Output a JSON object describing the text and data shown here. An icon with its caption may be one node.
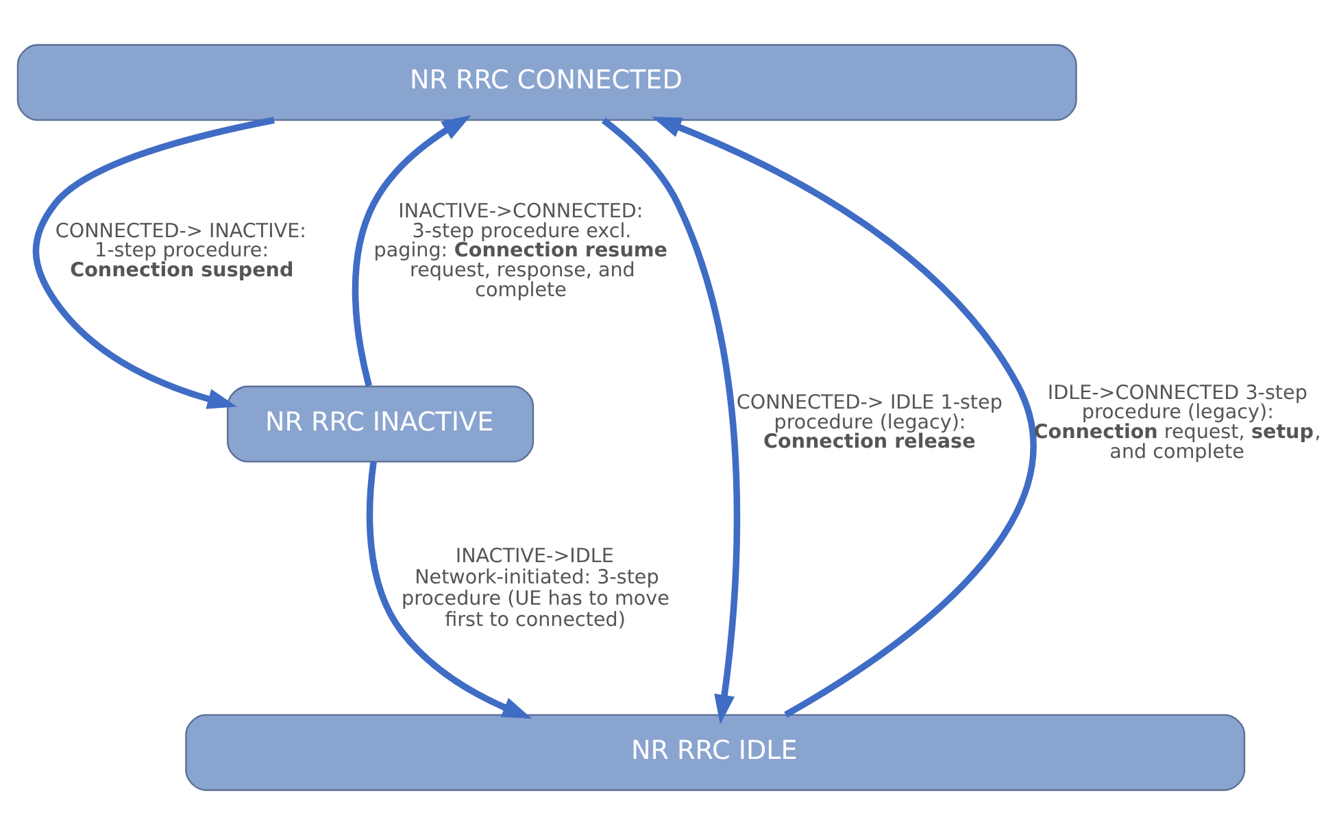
{
  "diagram": {
    "nodes": [
      {
        "text": [
          "NR RRC CONNECTED"
        ]
      },
      {
        "text": [
          "NR RRC INACTIVE"
        ]
      },
      {
        "text": [
          "NR RRC IDLE"
        ]
      }
    ],
    "edges": [
      {
        "from": 0,
        "to": 1,
        "arrow": "to",
        "label": "CONNECTED-> INACTIVE: 1-step procedure: **Connection suspend**"
      },
      {
        "from": 1,
        "to": 0,
        "arrow": "to",
        "label": "INACTIVE->CONNECTED: 3-step procedure excl. paging: **Connection resume** request, response, and complete"
      },
      {
        "from": 1,
        "to": 2,
        "arrow": "to",
        "label": "INACTIVE->IDLE Network-initiated: 3-step procedure (UE has to move first to connected)"
      },
      {
        "from": 0,
        "to": 2,
        "arrow": "to",
        "label": "CONNECTED-> IDLE 1-step procedure (legacy): **Connection release**"
      },
      {
        "from": 2,
        "to": 0,
        "arrow": "to",
        "label": "IDLE->CONNECTED 3-step procedure (legacy): **Connection** request, **setup**, and complete"
      }
    ]
  }
}
